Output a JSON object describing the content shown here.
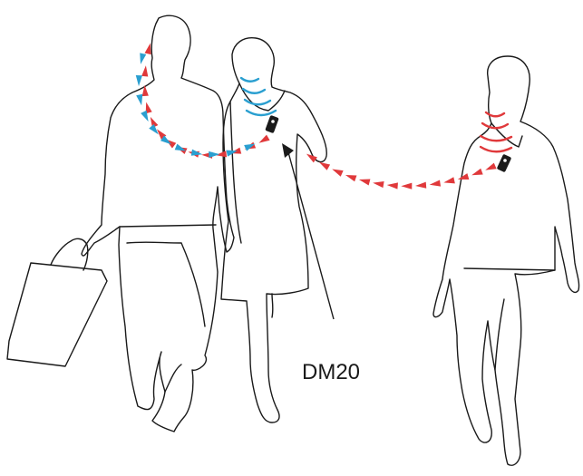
{
  "label": "DM20",
  "colors": {
    "outline": "#1a1a1a",
    "signal_red": "#e0393b",
    "signal_blue": "#2a9fd0",
    "device": "#1a1a1a",
    "background": "#ffffff"
  },
  "figures": [
    {
      "name": "man-with-shopping-bag",
      "wears_device": false
    },
    {
      "name": "woman-in-dress",
      "wears_device": true,
      "voice_arcs_color": "blue"
    },
    {
      "name": "man-in-shirt",
      "wears_device": true,
      "voice_arcs_color": "red"
    }
  ]
}
